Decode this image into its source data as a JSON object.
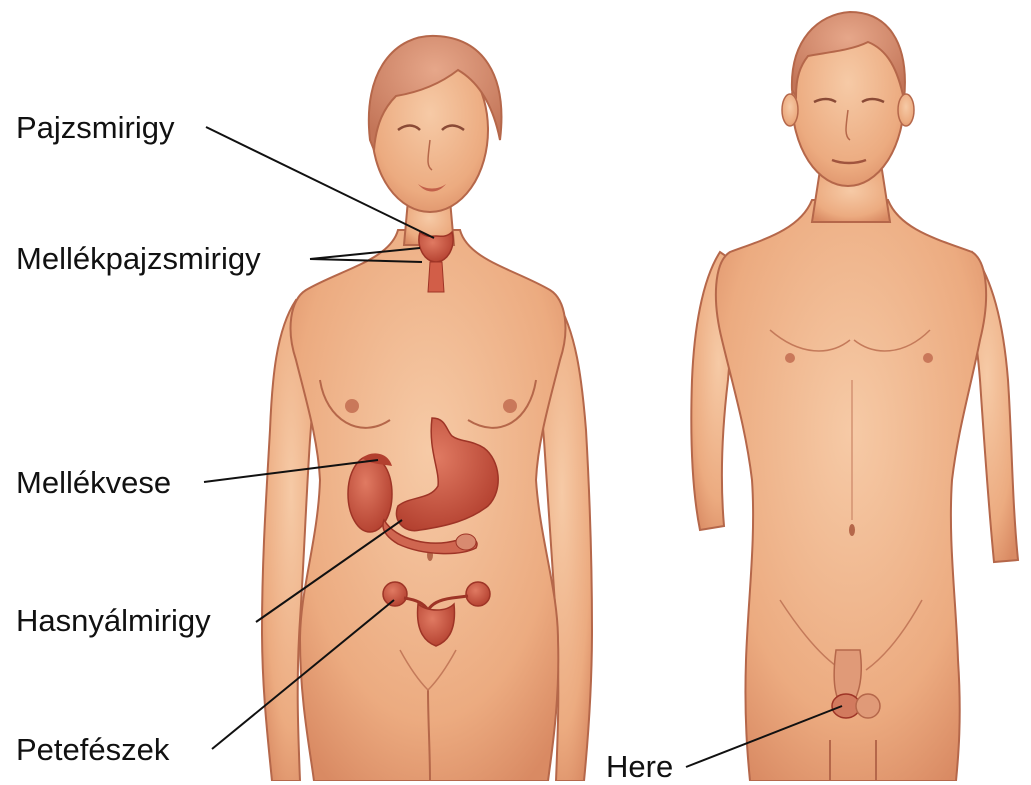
{
  "labels": {
    "thyroid": "Pajzsmirigy",
    "parathyroid": "Mellékpajzsmirigy",
    "adrenal": "Mellékvese",
    "pancreas": "Hasnyálmirigy",
    "ovary": "Petefészek",
    "testis": "Here"
  },
  "figures": [
    "female-figure",
    "male-figure"
  ],
  "colors": {
    "skin": "#f0b48a",
    "skin_shade": "#d9845e",
    "outline": "#b5674a",
    "hair": "#c9846a",
    "organ": "#c8513d",
    "organ_dark": "#9e3426",
    "leader_line": "#111111"
  }
}
